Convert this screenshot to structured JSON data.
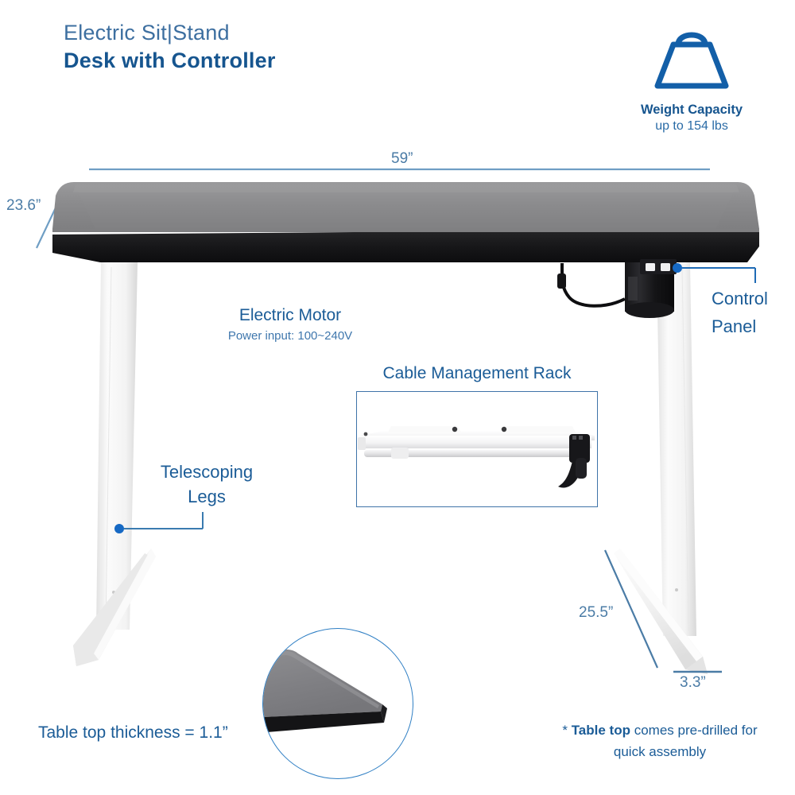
{
  "title": {
    "line1": "Electric Sit|Stand",
    "line2": "Desk with Controller"
  },
  "weight_capacity": {
    "icon": "weight-icon",
    "label": "Weight Capacity",
    "value": "up to 154 lbs"
  },
  "dimensions": {
    "width": "59”",
    "depth": "23.6”",
    "foot_length": "25.5”",
    "foot_width": "3.3”"
  },
  "callouts": {
    "motor_title": "Electric Motor",
    "motor_sub": "Power input:  100~240V",
    "control_panel_line1": "Control",
    "control_panel_line2": "Panel",
    "telescoping_line1": "Telescoping",
    "telescoping_line2": "Legs"
  },
  "rack": {
    "title": "Cable Management Rack"
  },
  "notes": {
    "thickness": "Table top thickness = 1.1”",
    "assembly_prefix": "* ",
    "assembly_bold": "Table top",
    "assembly_rest": " comes pre-drilled for",
    "assembly_line2": "quick assembly"
  },
  "colors": {
    "brand_blue": "#16558f",
    "accent_blue": "#1d5799",
    "dim_line": "#6f9ec4",
    "leader_blue": "#1f6bb5",
    "desk_top": "#8a8a8c",
    "desk_edge": "#1b1b1d",
    "leg_white": "#f2f2f2"
  }
}
